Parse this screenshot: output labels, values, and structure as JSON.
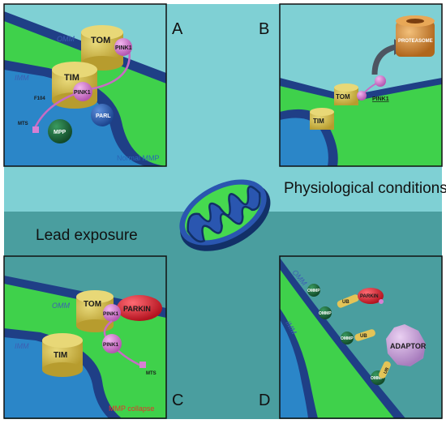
{
  "panels": {
    "A": {
      "letter": "A",
      "omm": "OMM",
      "imm": "IMM",
      "tom": "TOM",
      "tim": "TIM",
      "pink1_top": "PINK1",
      "pink1_mid": "PINK1",
      "parl": "PARL",
      "mpp": "MPP",
      "f104": "F104",
      "mts": "MTS",
      "status": "Normal MMP"
    },
    "B": {
      "letter": "B",
      "tom": "TOM",
      "tim": "TIM",
      "pink1": "PINK1",
      "proteasome": "PROTEASOME"
    },
    "C": {
      "letter": "C",
      "omm": "OMM",
      "imm": "IMM",
      "tom": "TOM",
      "tim": "TIM",
      "pink1_top": "PINK1",
      "pink1_free": "PINK1",
      "parkin": "PARKIN",
      "mts": "MTS",
      "status": "MMP collapse"
    },
    "D": {
      "letter": "D",
      "omm": "OMM",
      "imm": "IMM",
      "ommp1": "OMMP",
      "ommp2": "OMMP",
      "ommp3": "OMMP",
      "ommp4": "OMMP",
      "ub1": "UB",
      "ub2": "UB",
      "ub3": "UB",
      "parkin": "PARKIN",
      "adaptor": "ADAPTOR"
    }
  },
  "center": {
    "physiological": "Physiological conditions",
    "lead": "Lead exposure"
  },
  "colors": {
    "cyan": "#7fd0d4",
    "teal": "#4a9e9f",
    "membrane": "#1f3f86",
    "matrix_green": "#3fd14b",
    "matrix_blue": "#2b86c8",
    "tom_tim": "#d9c45a",
    "pink1": "#d77fd3",
    "parkin": "#e02a3a",
    "parl": "#2d63b3",
    "mpp": "#1f6b3e",
    "proteasome": "#d08a2e",
    "adaptor": "#c99ad8",
    "ommp": "#3a9a5c",
    "ub": "#e4c457",
    "status_blue": "#2a67b7",
    "status_red": "#e3342b"
  }
}
